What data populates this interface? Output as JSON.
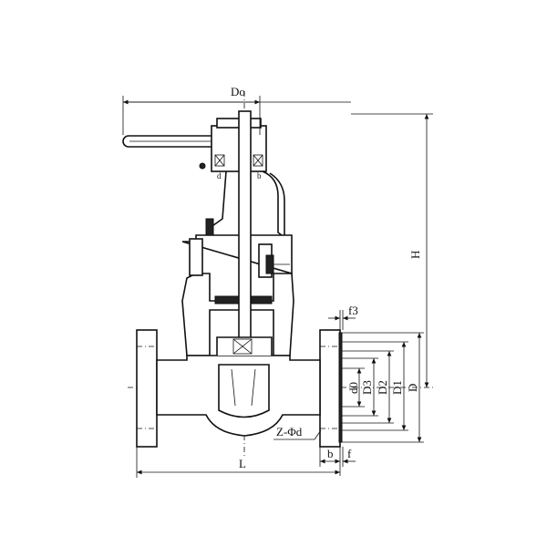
{
  "title": "Gate valve dimension drawing",
  "labels": {
    "handwheel_diameter": "Do",
    "height": "H",
    "raised_face_height": "f3",
    "bore": "d0",
    "d3": "D3",
    "d2": "D2",
    "d1": "D1",
    "flange_diameter": "D",
    "bolt_holes": "Z-Φd",
    "flange_thickness": "b",
    "raised_face": "f",
    "length": "L",
    "bearing_mark_left": "d",
    "bearing_mark_right": "b"
  }
}
